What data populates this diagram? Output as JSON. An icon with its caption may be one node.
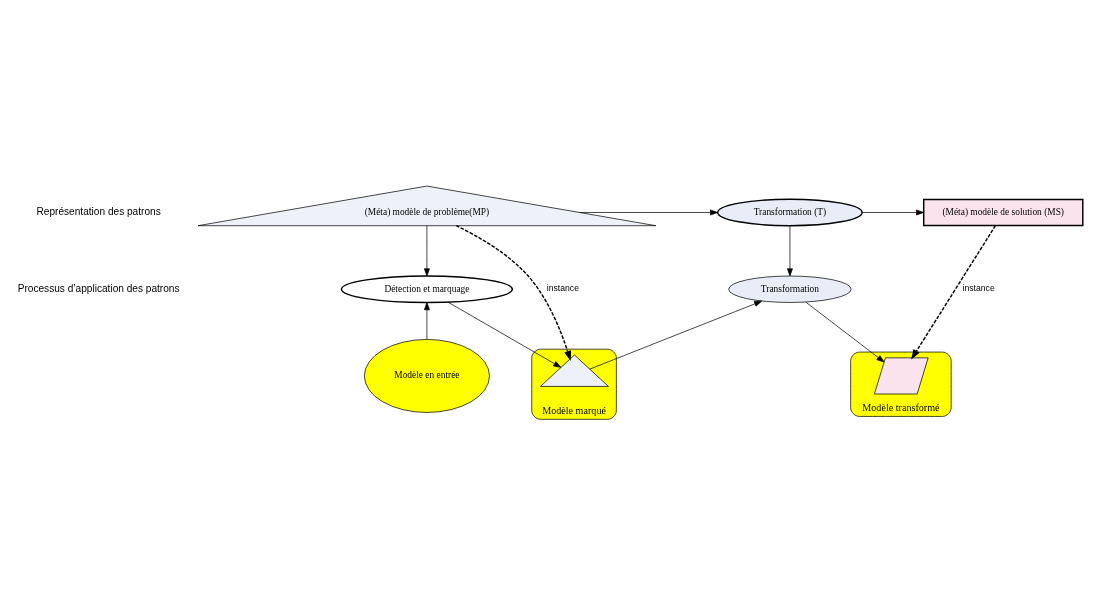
{
  "diagram": {
    "nodes": [
      {
        "text": [
          "(Méta) modèle de problème(MP)"
        ]
      },
      {
        "text": [
          "Transformation (T)"
        ]
      },
      {
        "text": [
          "(Méta) modèle de solution (MS)"
        ]
      },
      {
        "text": [
          "Détection et marquage"
        ]
      },
      {
        "text": [
          "Transformation"
        ]
      },
      {
        "text": [
          "Modèle en entrée"
        ]
      },
      {
        "text": [
          "Modèle marqué"
        ]
      },
      {
        "text": [],
        "shape": "triangle",
        "in": 6
      },
      {
        "text": [
          "Modèle transformé"
        ]
      },
      {
        "text": [],
        "shape": "parallelogram",
        "in": 8
      }
    ],
    "edges": [
      {
        "from": 0,
        "to": 1,
        "arrow": "to"
      },
      {
        "from": 1,
        "to": 2,
        "arrow": "to"
      },
      {
        "from": 0,
        "to": 3,
        "arrow": "to"
      },
      {
        "from": 1,
        "to": 4,
        "arrow": "to"
      },
      {
        "from": 0,
        "to": 7,
        "arrow": "to",
        "style": "dashed",
        "label": "instance"
      },
      {
        "from": 2,
        "to": 9,
        "arrow": "to",
        "style": "dashed",
        "label": "instance"
      },
      {
        "from": 5,
        "to": 3,
        "arrow": "to"
      },
      {
        "from": 3,
        "to": 7,
        "arrow": "to"
      },
      {
        "from": 7,
        "to": 4,
        "arrow": "to"
      },
      {
        "from": 4,
        "to": 9,
        "arrow": "to"
      }
    ],
    "labels": [
      "Représentation des patrons",
      "Processus d’application des patrons"
    ]
  }
}
